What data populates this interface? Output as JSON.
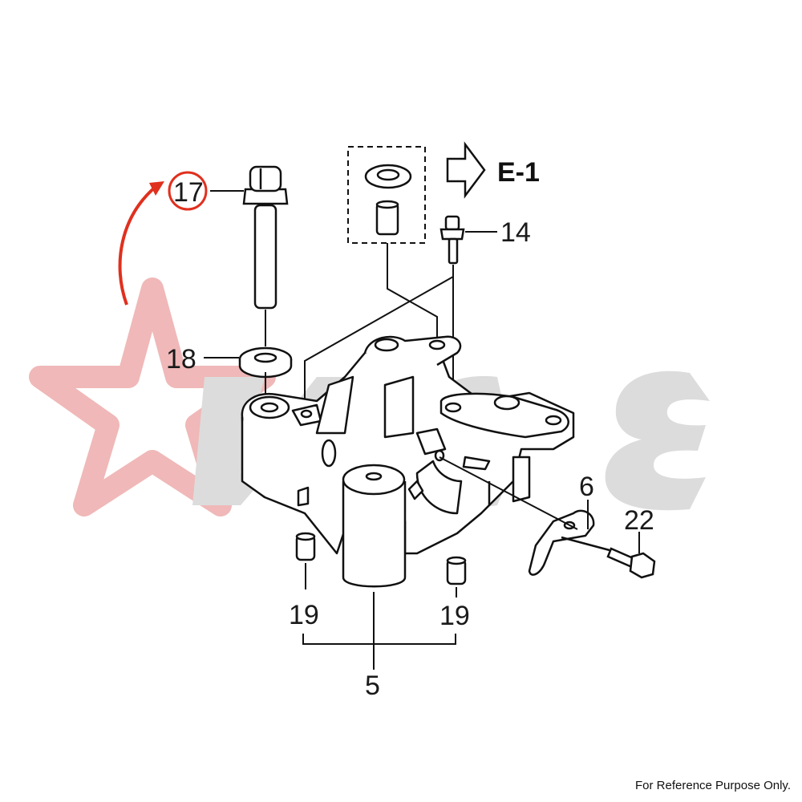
{
  "diagram": {
    "callouts": {
      "p17": "17",
      "p18": "18",
      "p14": "14",
      "p6": "6",
      "p22": "22",
      "p19_left": "19",
      "p19_right": "19",
      "p5": "5"
    },
    "reference_code": "E-1",
    "highlight_color": "#e0301e",
    "watermark_color": "#d9d9d9",
    "watermark_star_color": "#f0b8b8"
  },
  "footer": {
    "note": "For Reference Purpose Only."
  }
}
